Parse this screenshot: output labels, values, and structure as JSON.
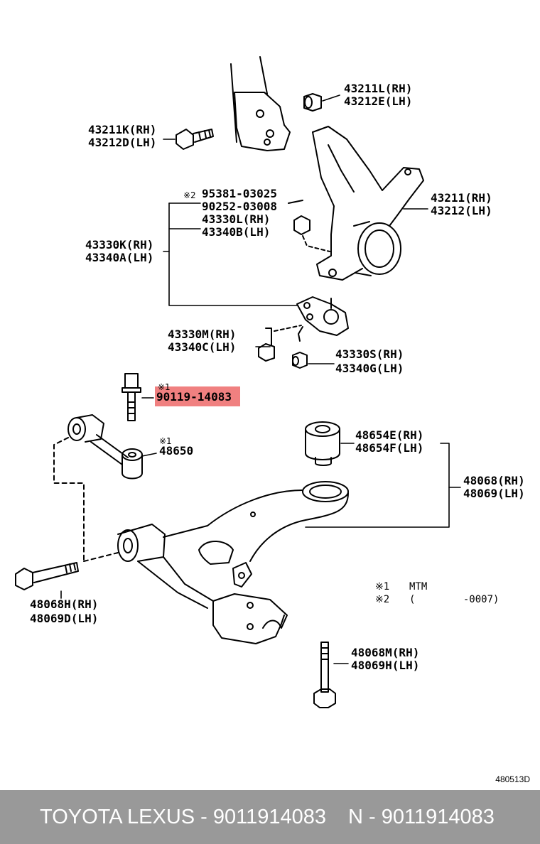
{
  "labels": {
    "top_right_rh": "43211L(RH)",
    "top_right_lh": "43212E(LH)",
    "top_left_rh": "43211K(RH)",
    "top_left_lh": "43212D(LH)",
    "note2_mark": "※2",
    "bolt_95381": "95381-03025",
    "pin_90252": "90252-03008",
    "nut_rh": "43330L(RH)",
    "nut_lh": "43340B(LH)",
    "joint_rh": "43330K(RH)",
    "joint_lh": "43340A(LH)",
    "knuckle_rh": "43211(RH)",
    "knuckle_lh": "43212(LH)",
    "bolt_m_rh": "43330M(RH)",
    "bolt_c_lh": "43340C(LH)",
    "nut_s_rh": "43330S(RH)",
    "nut_g_lh": "43340G(LH)",
    "note1_mark_a": "※1",
    "part_highlight": "90119-14083",
    "note1_mark_b": "※1",
    "rod_48650": "48650",
    "bush_rh": "48654E(RH)",
    "bush_lh": "48654F(LH)",
    "arm_rh": "48068(RH)",
    "arm_lh": "48069(LH)",
    "bolt_h_rh": "48068H(RH)",
    "bolt_d_lh": "48069D(LH)",
    "bolt_m2_rh": "48068M(RH)",
    "bolt_h2_lh": "48069H(LH)"
  },
  "notes": {
    "n1_mark": "※1",
    "n1_text": "MTM",
    "n2_mark": "※2",
    "n2_text": "(        -0007)"
  },
  "diagram_code": "480513D",
  "footer": {
    "left": "TOYOTA LEXUS - 9011914083",
    "right": "N - 9011914083"
  },
  "colors": {
    "highlight": "#f08080",
    "footer_bg": "#999999",
    "footer_text": "#ffffff"
  }
}
